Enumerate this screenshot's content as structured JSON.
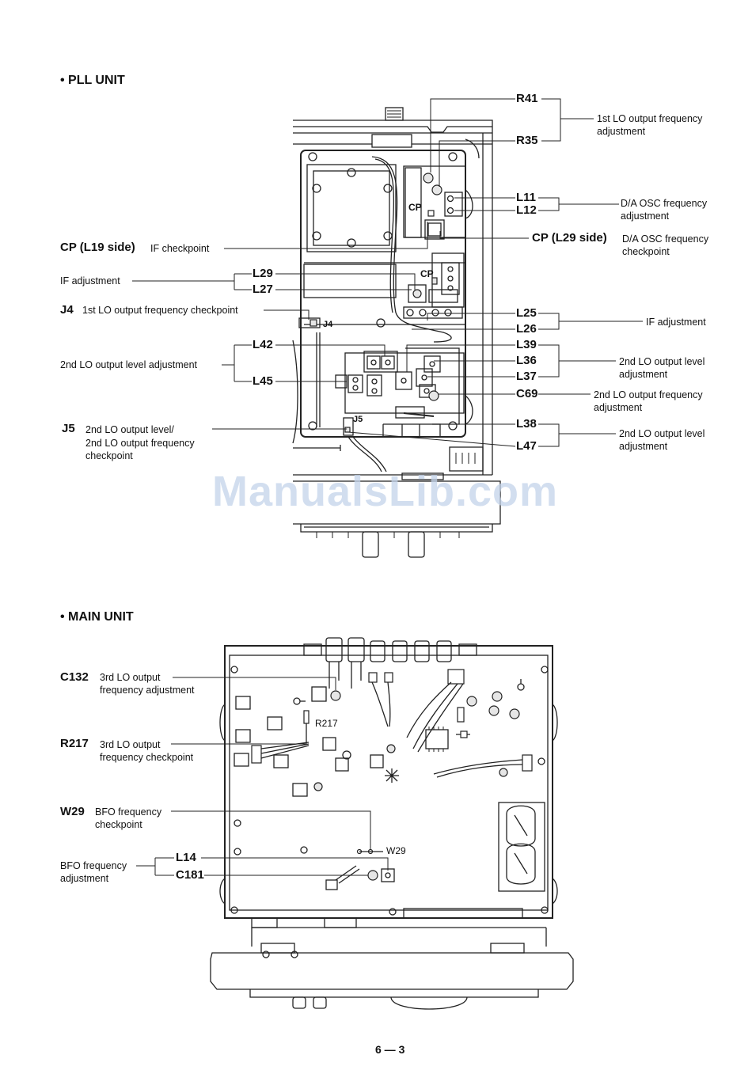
{
  "pll": {
    "heading": "• PLL UNIT",
    "refs": {
      "r41": "R41",
      "r35": "R35",
      "l11": "L11",
      "l12": "L12",
      "cp_l19": "CP (L19 side)",
      "cp_l29": "CP (L29 side)",
      "l29": "L29",
      "l27": "L27",
      "j4": "J4",
      "l25": "L25",
      "l26": "L26",
      "l42": "L42",
      "l45": "L45",
      "l39": "L39",
      "l36": "L36",
      "l37": "L37",
      "c69": "C69",
      "j5": "J5",
      "l38": "L38",
      "l47": "L47"
    },
    "labels": {
      "lo1_adj": "1st LO output frequency\nadjustment",
      "da_osc_adj": "D/A OSC frequency\nadjustment",
      "if_checkpoint": "IF checkpoint",
      "da_osc_checkpoint": "D/A OSC frequency\ncheckpoint",
      "if_adj_left": "IF adjustment",
      "lo1_checkpoint": "1st LO output frequency checkpoint",
      "if_adj_right": "IF adjustment",
      "lo2_level_adj_left": "2nd LO output level adjustment",
      "lo2_level_adj_r1": "2nd LO output level\nadjustment",
      "lo2_freq_adj": "2nd LO output frequency\nadjustment",
      "lo2_checkpoint": "2nd LO output level/\n2nd LO output frequency\ncheckpoint",
      "lo2_level_adj_r2": "2nd LO output level\nadjustment"
    },
    "board": {
      "cp_a": "CP",
      "cp_b": "CP",
      "j4": "J4",
      "j5": "J5"
    }
  },
  "main": {
    "heading": "• MAIN UNIT",
    "refs": {
      "c132": "C132",
      "r217": "R217",
      "w29": "W29",
      "l14": "L14",
      "c181": "C181"
    },
    "labels": {
      "lo3_adj": "3rd LO output\nfrequency adjustment",
      "lo3_checkpoint": "3rd LO output\nfrequency checkpoint",
      "bfo_checkpoint": "BFO frequency\ncheckpoint",
      "bfo_adj": "BFO frequency\nadjustment"
    },
    "board": {
      "r217": "R217",
      "w29": "W29"
    }
  },
  "page_number": "6 — 3",
  "watermark": "ManualsLib.com"
}
